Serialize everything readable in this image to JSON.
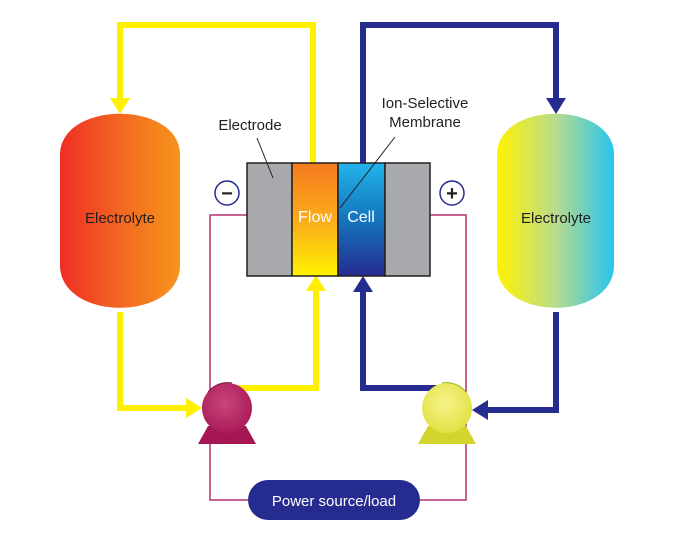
{
  "diagram": {
    "left_tank": {
      "label": "Electrolyte"
    },
    "right_tank": {
      "label": "Electrolyte"
    },
    "electrode_label": "Electrode",
    "membrane_label_line1": "Ion-Selective",
    "membrane_label_line2": "Membrane",
    "flow_label": "Flow",
    "cell_label": "Cell",
    "negative_terminal": "−",
    "positive_terminal": "+",
    "power_label": "Power source/load"
  },
  "colors": {
    "anolyte_loop": "#ffef00",
    "catholyte_loop": "#262b8f",
    "wire": "#b0316d",
    "electrode": "#a7a9ac",
    "power_box": "#262b8f",
    "left_pump": "#b11c5e",
    "right_pump": "#e6e64a"
  }
}
